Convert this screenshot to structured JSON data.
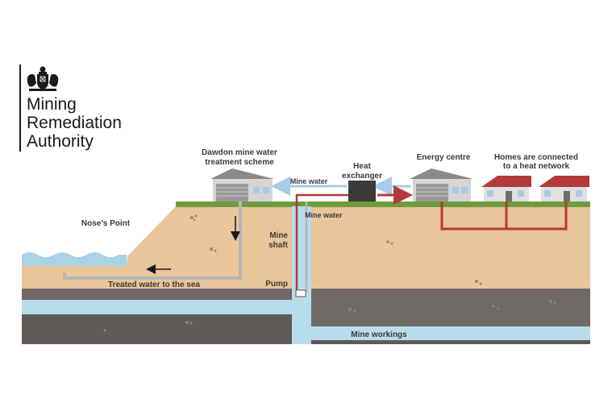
{
  "organisation": {
    "name_lines": [
      "Mining",
      "Remediation",
      "Authority"
    ],
    "crest_icon": "royal-crest-icon"
  },
  "labels": {
    "treatment_scheme": [
      "Dawdon mine water",
      "treatment scheme"
    ],
    "heat_exchanger": [
      "Heat",
      "exchanger"
    ],
    "energy_centre": "Energy centre",
    "homes": [
      "Homes are connected",
      "to a heat network"
    ],
    "mine_water_top": "Mine water",
    "mine_water_shaft": "Mine water",
    "noses_point": "Nose's Point",
    "mine_shaft": [
      "Mine",
      "shaft"
    ],
    "treated_water": "Treated water to the sea",
    "pump": "Pump",
    "mine_workings": "Mine workings"
  },
  "colors": {
    "sea": "#a9d3e6",
    "ground": "#e8c59a",
    "grass": "#6e9b3c",
    "rock_dark": "#6f6a67",
    "rock_mid": "#5e5a58",
    "water_layer": "#b8dcec",
    "pipe_grey": "#b5b5b5",
    "pipe_red": "#b33a3a",
    "pipe_blue": "#a9cbe7",
    "building": "#d5d5d5",
    "house_roof": "#b33a3a"
  }
}
